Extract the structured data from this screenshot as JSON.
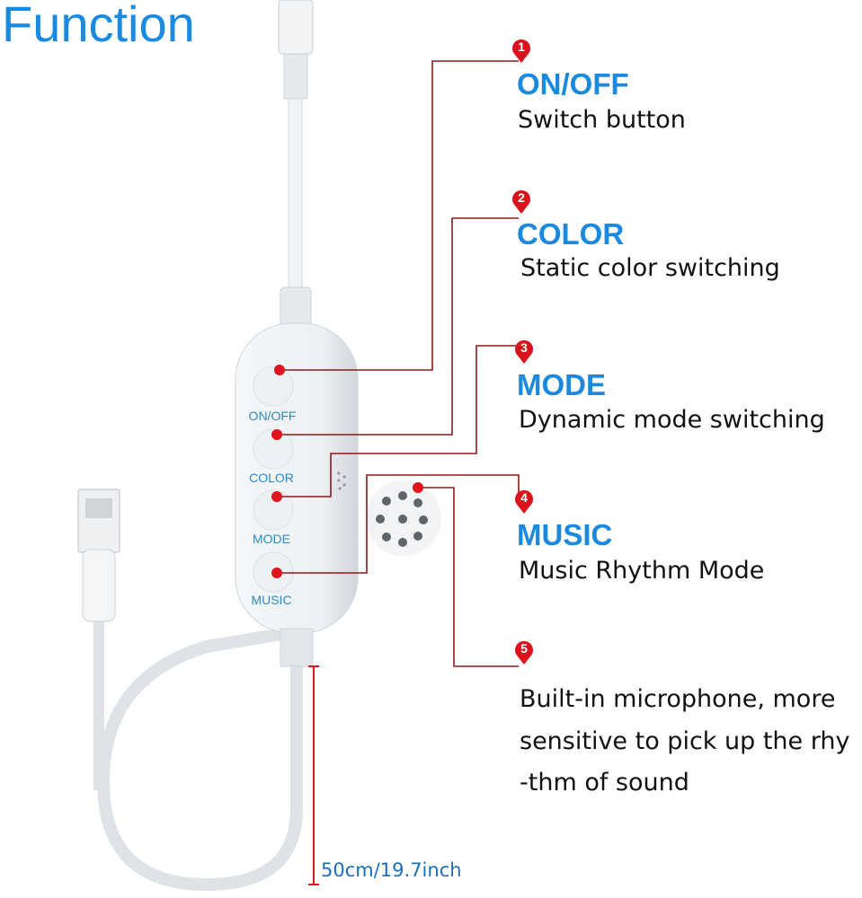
{
  "title": "Function",
  "features": [
    {
      "number": "1",
      "heading": "ON/OFF",
      "description": "Switch button"
    },
    {
      "number": "2",
      "heading": "COLOR",
      "description": "Static color switching"
    },
    {
      "number": "3",
      "heading": "MODE",
      "description": "Dynamic mode switching"
    },
    {
      "number": "4",
      "heading": "MUSIC",
      "description": "Music Rhythm Mode"
    },
    {
      "number": "5",
      "lines": [
        "Built-in microphone, more",
        "sensitive to pick up the rhy",
        "-thm of sound"
      ]
    }
  ],
  "device_buttons": [
    "ON/OFF",
    "COLOR",
    "MODE",
    "MUSIC"
  ],
  "cable_length": "50cm/19.7inch",
  "colors": {
    "accent": "#1a8ae0",
    "marker": "#e0141c",
    "leader": "#8b1a1a"
  }
}
